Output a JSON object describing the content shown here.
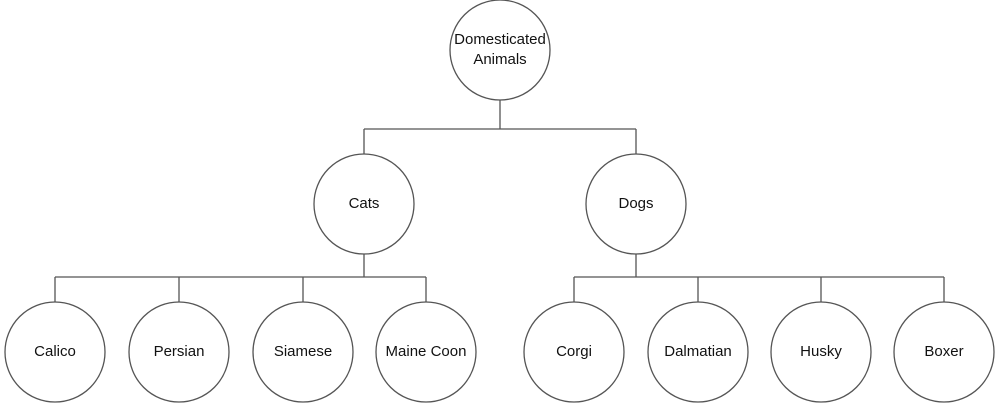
{
  "diagram": {
    "type": "tree",
    "root": {
      "id": "domesticated-animals",
      "label": [
        "Domesticated",
        "Animals"
      ],
      "children": [
        {
          "id": "cats",
          "label": [
            "Cats"
          ],
          "children": [
            {
              "id": "calico",
              "label": [
                "Calico"
              ]
            },
            {
              "id": "persian",
              "label": [
                "Persian"
              ]
            },
            {
              "id": "siamese",
              "label": [
                "Siamese"
              ]
            },
            {
              "id": "maine-coon",
              "label": [
                "Maine Coon"
              ]
            }
          ]
        },
        {
          "id": "dogs",
          "label": [
            "Dogs"
          ],
          "children": [
            {
              "id": "corgi",
              "label": [
                "Corgi"
              ]
            },
            {
              "id": "dalmatian",
              "label": [
                "Dalmatian"
              ]
            },
            {
              "id": "husky",
              "label": [
                "Husky"
              ]
            },
            {
              "id": "boxer",
              "label": [
                "Boxer"
              ]
            }
          ]
        }
      ]
    }
  }
}
